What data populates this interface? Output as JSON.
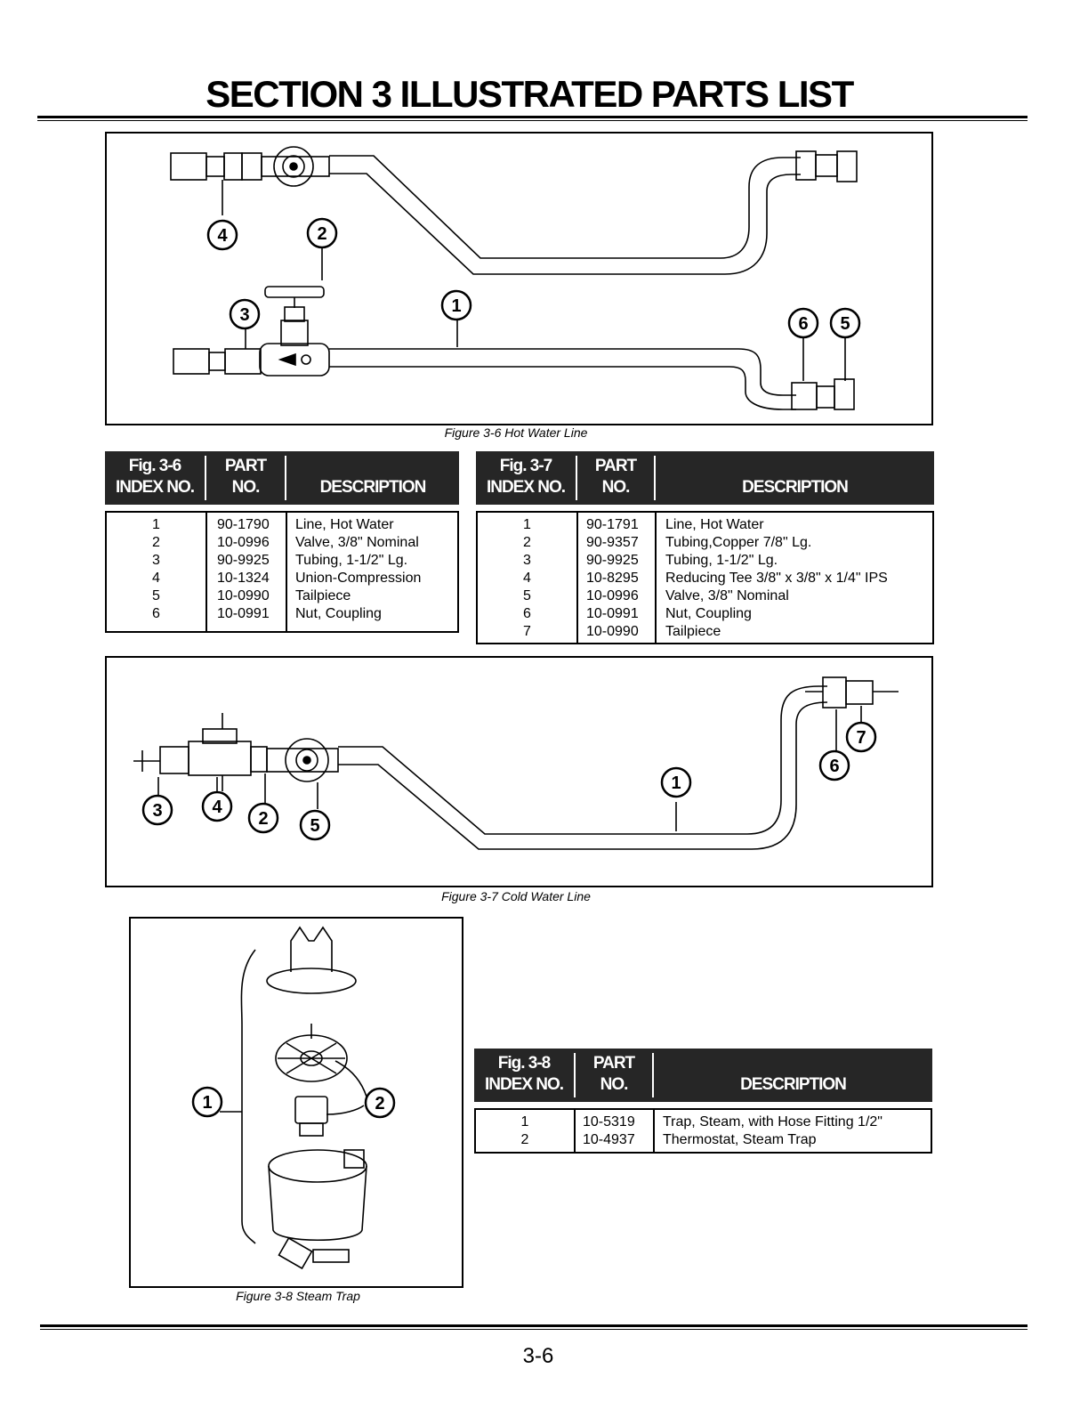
{
  "page_title": "SECTION 3 ILLUSTRATED PARTS LIST",
  "page_number": "3-6",
  "figures": {
    "fig36_caption": "Figure 3-6 Hot Water Line",
    "fig37_caption": "Figure 3-7 Cold Water Line",
    "fig38_caption": "Figure 3-8 Steam Trap"
  },
  "callouts": {
    "fig36": [
      "4",
      "2",
      "3",
      "1",
      "6",
      "5"
    ],
    "fig37": [
      "3",
      "4",
      "2",
      "5",
      "1",
      "6",
      "7"
    ],
    "fig38": [
      "1",
      "2"
    ]
  },
  "table36": {
    "header": {
      "index_l1": "Fig. 3-6",
      "index_l2": "INDEX NO.",
      "part_l1": "PART",
      "part_l2": "NO.",
      "desc": "DESCRIPTION"
    },
    "rows": [
      {
        "index": "1",
        "part": "90-1790",
        "desc": "Line, Hot Water"
      },
      {
        "index": "2",
        "part": "10-0996",
        "desc": "Valve, 3/8\" Nominal"
      },
      {
        "index": "3",
        "part": "90-9925",
        "desc": "Tubing, 1-1/2\" Lg."
      },
      {
        "index": "4",
        "part": "10-1324",
        "desc": "Union-Compression"
      },
      {
        "index": "5",
        "part": "10-0990",
        "desc": "Tailpiece"
      },
      {
        "index": "6",
        "part": "10-0991",
        "desc": "Nut, Coupling"
      }
    ]
  },
  "table37": {
    "header": {
      "index_l1": "Fig. 3-7",
      "index_l2": "INDEX NO.",
      "part_l1": "PART",
      "part_l2": "NO.",
      "desc": "DESCRIPTION"
    },
    "rows": [
      {
        "index": "1",
        "part": "90-1791",
        "desc": "Line, Hot Water"
      },
      {
        "index": "2",
        "part": "90-9357",
        "desc": "Tubing,Copper 7/8\" Lg."
      },
      {
        "index": "3",
        "part": "90-9925",
        "desc": "Tubing, 1-1/2\" Lg."
      },
      {
        "index": "4",
        "part": "10-8295",
        "desc": "Reducing Tee 3/8\" x 3/8\" x 1/4\" IPS"
      },
      {
        "index": "5",
        "part": "10-0996",
        "desc": "Valve, 3/8\" Nominal"
      },
      {
        "index": "6",
        "part": "10-0991",
        "desc": "Nut, Coupling"
      },
      {
        "index": "7",
        "part": "10-0990",
        "desc": "Tailpiece"
      }
    ]
  },
  "table38": {
    "header": {
      "index_l1": "Fig. 3-8",
      "index_l2": "INDEX NO.",
      "part_l1": "PART",
      "part_l2": "NO.",
      "desc": "DESCRIPTION"
    },
    "rows": [
      {
        "index": "1",
        "part": "10-5319",
        "desc": "Trap, Steam, with Hose Fitting 1/2\""
      },
      {
        "index": "2",
        "part": "10-4937",
        "desc": "Thermostat, Steam Trap"
      }
    ]
  }
}
